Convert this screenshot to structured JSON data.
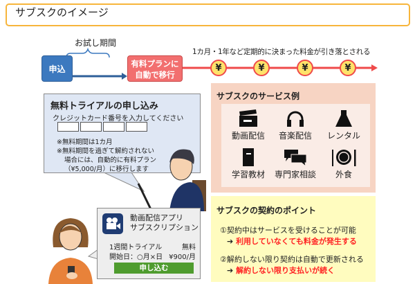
{
  "title": "サブスクのイメージ",
  "timeline": {
    "trial_label": "お試し期間",
    "apply": "申込",
    "paid_line1": "有料プランに",
    "paid_line2": "自動で移行",
    "periodic": "1カ月・1年など定期的に決まった料金が引き落とされる",
    "yen": "¥"
  },
  "bubble": {
    "title": "無料トライアルの申し込み",
    "subtitle": "クレジットカード番号を入力してください",
    "note1": "※無料期間は1カ月",
    "note2": "※無料期間を過ぎて解約されない",
    "note3": "場合には、自動的に有料プラン",
    "note4": "（¥5,000/月）に移行します"
  },
  "services": {
    "title": "サブスクのサービス例",
    "items": [
      {
        "label": "動画配信",
        "icon": "clapperboard-icon"
      },
      {
        "label": "音楽配信",
        "icon": "headphones-icon"
      },
      {
        "label": "レンタル",
        "icon": "dress-icon"
      },
      {
        "label": "学習教材",
        "icon": "book-icon"
      },
      {
        "label": "専門家相談",
        "icon": "chat-icon"
      },
      {
        "label": "外食",
        "icon": "dining-icon"
      }
    ]
  },
  "points": {
    "title": "サブスクの契約のポイント",
    "p1": "①契約中はサービスを受けることが可能",
    "p1_result": "利用していなくても料金が発生する",
    "p2": "②解約しない限り契約は自動で更新される",
    "p2_result": "解約しない限り支払いが続く",
    "arrow": "➔"
  },
  "app": {
    "name1": "動画配信アプリ",
    "name2": "サブスクリプション",
    "trial": "1週間トライアル",
    "trial_price": "無料",
    "start": "開始日：○月×日",
    "price": "¥900/月",
    "button": "申し込む"
  },
  "colors": {
    "blue": "#3c79bf",
    "red": "#f26f6f",
    "green": "#4f9c2f",
    "orange": "#f7b53b"
  }
}
